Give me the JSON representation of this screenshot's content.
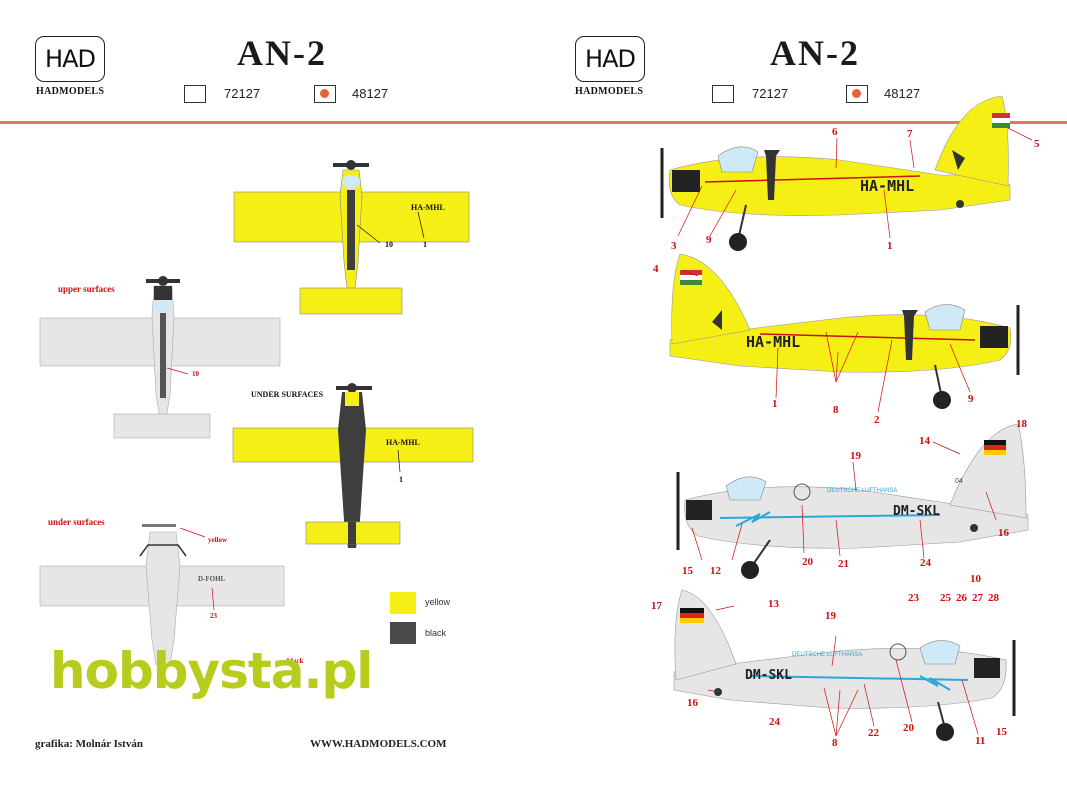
{
  "header": {
    "left": {
      "logo_text": "HAD",
      "brand": "HADMODELS",
      "title": "AN-2",
      "scale_a": "72127",
      "scale_b": "48127"
    },
    "right": {
      "logo_text": "HAD",
      "brand": "HADMODELS",
      "title": "AN-2",
      "scale_a": "72127",
      "scale_b": "48127"
    }
  },
  "plan_views": {
    "upper_surfaces_label": "upper surfaces",
    "under_surfaces_caps_label": "UNDER SURFACES",
    "under_surfaces_label": "under surfaces",
    "yellow_top_reg": "HA-MHL",
    "yellow_top_callouts": [
      "10",
      "1"
    ],
    "grey_top_callout": "10",
    "yellow_under_reg": "HA-MHL",
    "yellow_under_callout": "1",
    "grey_under_reg": "D-FOHL",
    "grey_under_callout": "23",
    "grey_under_color_note": "yellow",
    "grey_under_black_note": "black"
  },
  "legend": {
    "items": [
      {
        "label": "yellow",
        "color": "#f6ef16"
      },
      {
        "label": "black",
        "color": "#4a4a4a"
      }
    ]
  },
  "side_views": {
    "yellow_1": {
      "reg": "HA-MHL",
      "callouts": [
        "6",
        "7",
        "5",
        "3",
        "9",
        "1"
      ]
    },
    "yellow_2": {
      "reg": "HA-MHL",
      "callouts": [
        "4",
        "1",
        "8",
        "2",
        "9"
      ]
    },
    "grey_1": {
      "reg": "DM-SKL",
      "small_reg": "04",
      "fuselage_text": "DEUTSCHE LUFTHANSA",
      "callouts": [
        "14",
        "18",
        "19",
        "16",
        "15",
        "12",
        "20",
        "21",
        "24"
      ]
    },
    "grey_2": {
      "reg": "DM-SKL",
      "fuselage_text": "DEUTSCHE LUFTHANSA",
      "callouts": [
        "17",
        "13",
        "19",
        "16",
        "24",
        "8",
        "22",
        "20",
        "11",
        "15"
      ]
    },
    "extra_numbers": {
      "top": "10",
      "bottom": [
        "23",
        "25",
        "26",
        "27",
        "28"
      ]
    }
  },
  "colors": {
    "accent": "#e07a55",
    "yellow": "#f6ef16",
    "grey": "#e6e6e6",
    "black": "#3e3e3e",
    "red": "#cc1111",
    "blue": "#2aa8d8",
    "watermark": "#b9cc1e"
  },
  "footer": {
    "credit": "grafika: Molnár István",
    "url": "WWW.HADMODELS.COM"
  },
  "watermark": "hobbysta.pl"
}
